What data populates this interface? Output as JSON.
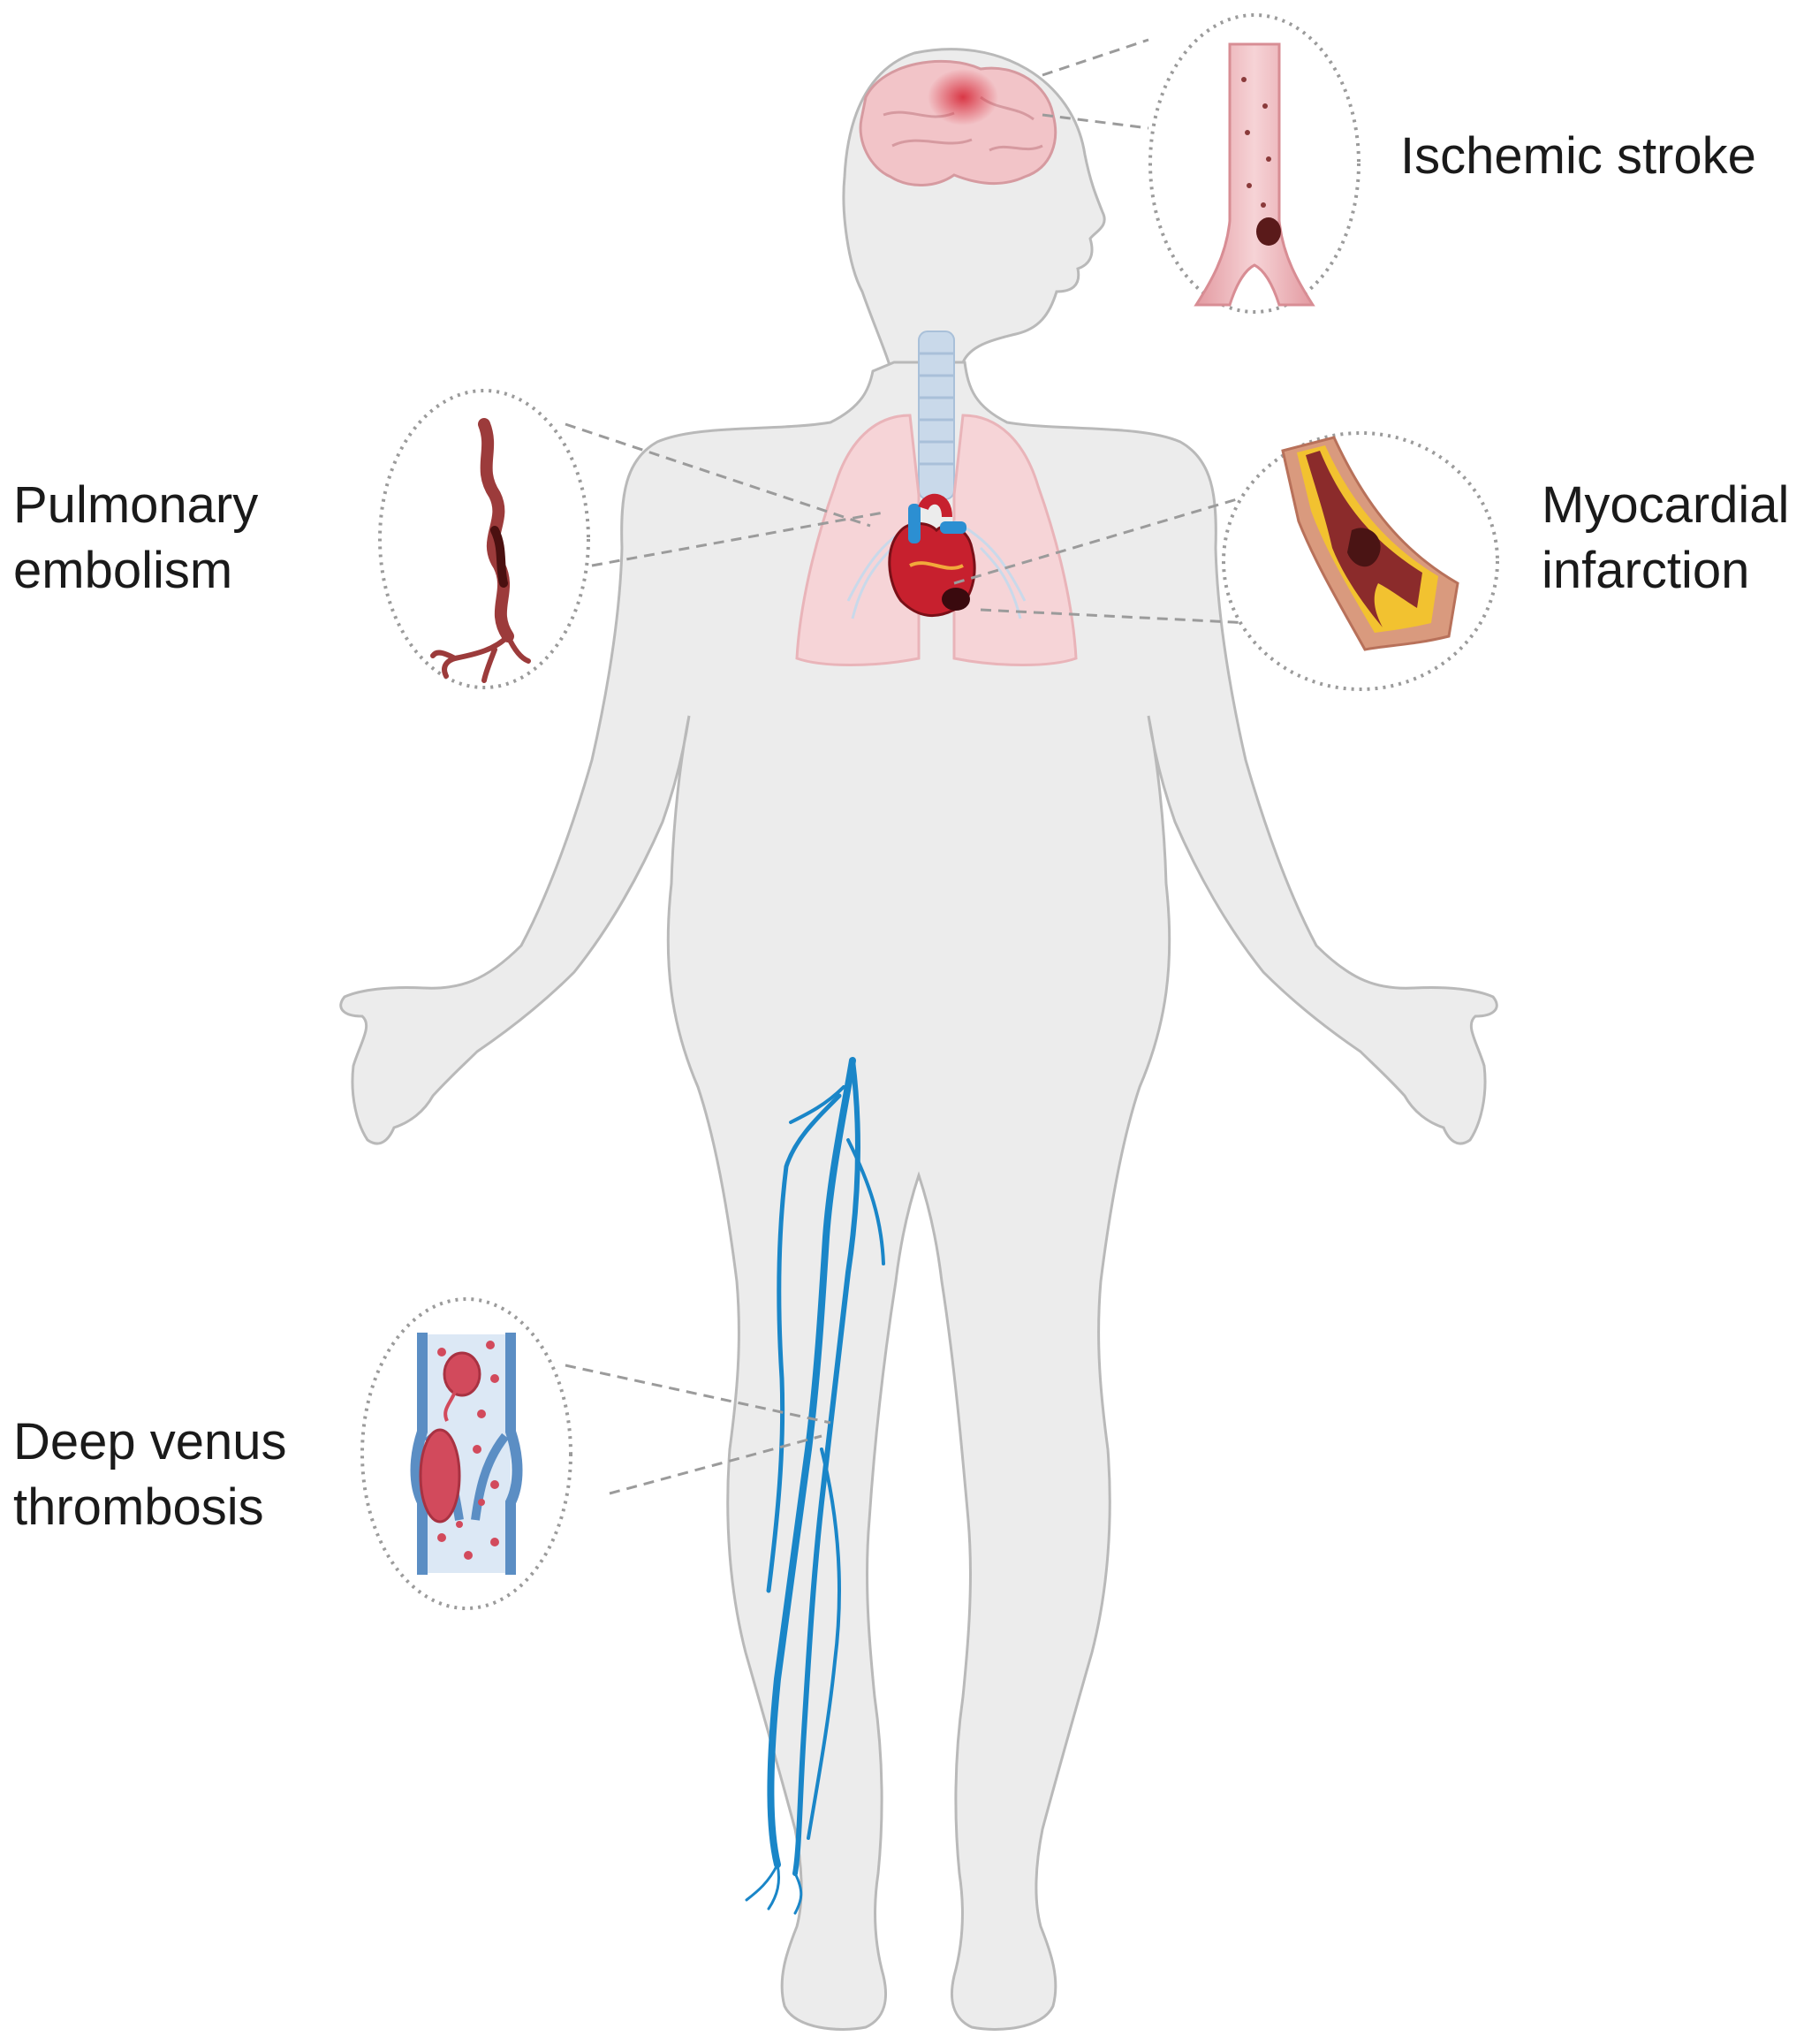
{
  "callouts": {
    "ischemic_stroke": {
      "lines": [
        "Ischemic stroke"
      ]
    },
    "pulmonary_embolism": {
      "lines": [
        "Pulmonary",
        "embolism"
      ]
    },
    "myocardial_infarction": {
      "lines": [
        "Myocardial",
        "infarction"
      ]
    },
    "deep_venous_thrombosis": {
      "lines": [
        "Deep venus",
        "thrombosis"
      ]
    }
  },
  "colors": {
    "body_fill": "#ececec",
    "body_outline": "#b9b9b9",
    "lung_fill": "#f6d4d7",
    "brain_fill": "#f2c4c8",
    "trachea_fill": "#c9d9ea",
    "vein_blue": "#1a86c8",
    "vessel_wall": "#5b8ec4",
    "vessel_pink": "#e9a2a8",
    "clot_red": "#d24a5c",
    "artery_dark": "#7a2c2c",
    "plaque_yellow": "#f2c230",
    "connector_gray": "#9b9b9b"
  }
}
